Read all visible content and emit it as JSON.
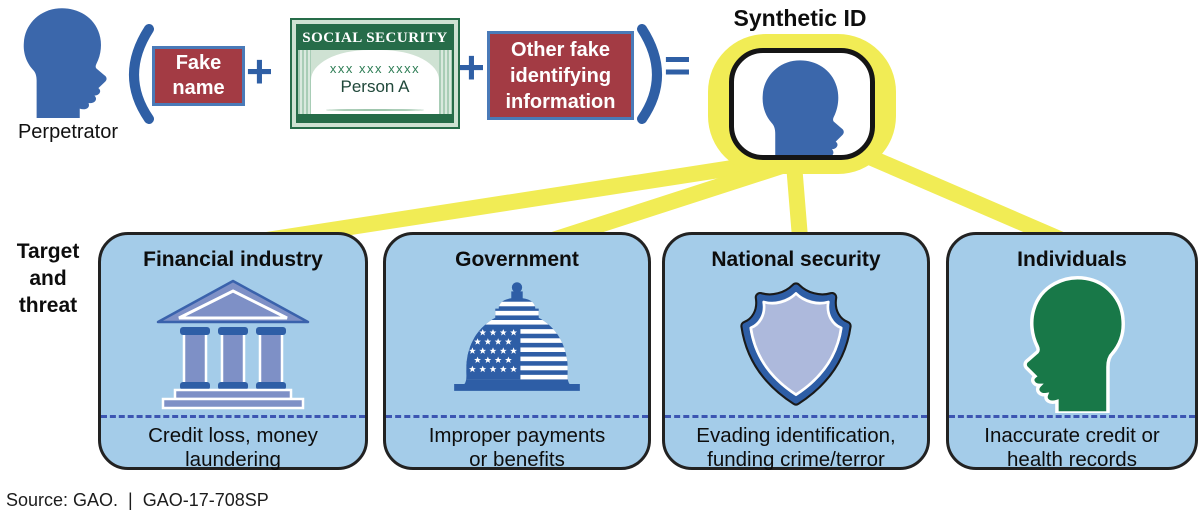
{
  "formula": {
    "perpetrator_label": "Perpetrator",
    "open_paren": "(",
    "close_paren": ")",
    "plus": "+",
    "equals": "=",
    "fake_name": "Fake\nname",
    "ssn_card": {
      "header": "SOCIAL SECURITY",
      "number": "xxx xxx xxxx",
      "name": "Person A"
    },
    "other_fake": "Other fake\nidentifying\ninformation",
    "result_label": "Synthetic ID"
  },
  "targets": {
    "section_label": "Target\nand\nthreat",
    "items": [
      {
        "title": "Financial industry",
        "threat": "Credit loss, money\nlaundering",
        "icon": "bank-icon"
      },
      {
        "title": "Government",
        "threat": "Improper payments\nor benefits",
        "icon": "capitol-dome-icon"
      },
      {
        "title": "National security",
        "threat": "Evading identification,\nfunding crime/terror",
        "icon": "shield-badge-icon"
      },
      {
        "title": "Individuals",
        "threat": "Inaccurate credit or\nhealth records",
        "icon": "person-head-icon"
      }
    ]
  },
  "footer": {
    "source": "Source: GAO.  |  GAO-17-708SP"
  },
  "colors": {
    "head_blue": "#3b67ab",
    "symbol_blue": "#2f5fa5",
    "box_red": "#a33b44",
    "red_box_border_blue": "#4a7ab8",
    "card_green": "#266c49",
    "card_light_green": "#cfe2d3",
    "highlight_yellow": "#f1ec55",
    "target_box_blue": "#a4cce9",
    "icon_periwinkle": "#7e90c6",
    "icon_dark_blue": "#2e5ea6",
    "shield_fill": "#adb9dc",
    "individual_green": "#187848",
    "dashed_line_blue": "#3c55b2"
  }
}
